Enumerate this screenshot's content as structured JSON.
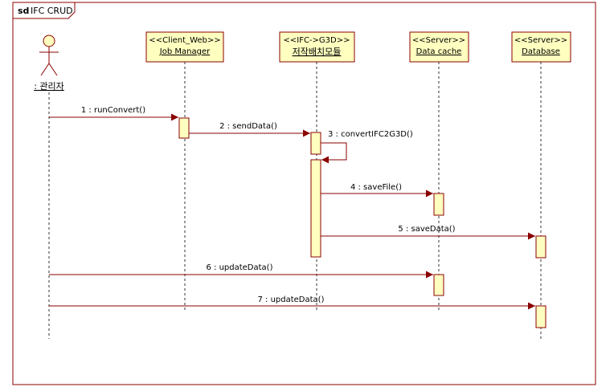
{
  "frame": {
    "keyword": "sd",
    "title": "IFC CRUD"
  },
  "colors": {
    "frame": "#8b0000",
    "box_fill": "#ffffc0",
    "box_border": "#8b0000",
    "lifeline": "#333333",
    "message": "#8b0000",
    "activation_fill": "#ffffc0",
    "background": "#ffffff"
  },
  "actor": {
    "name": ": 관리자",
    "icon": "stick-figure-icon"
  },
  "lifelines": [
    {
      "id": "job-manager",
      "stereotype": "<<Client_Web>>",
      "name": "Job Manager"
    },
    {
      "id": "conversion-module",
      "stereotype": "<<IFC->G3D>>",
      "name": "저작배치모듈"
    },
    {
      "id": "data-cache",
      "stereotype": "<<Server>>",
      "name": "Data cache"
    },
    {
      "id": "database",
      "stereotype": "<<Server>>",
      "name": "Database"
    }
  ],
  "messages": [
    {
      "label": "1 : runConvert()",
      "from": "actor",
      "to": "job-manager"
    },
    {
      "label": "2 : sendData()",
      "from": "job-manager",
      "to": "conversion-module"
    },
    {
      "label": "3 : convertIFC2G3D()",
      "from": "conversion-module",
      "to": "conversion-module"
    },
    {
      "label": "4 : saveFile()",
      "from": "conversion-module",
      "to": "data-cache"
    },
    {
      "label": "5 : saveData()",
      "from": "conversion-module",
      "to": "database"
    },
    {
      "label": "6 : updateData()",
      "from": "actor",
      "to": "data-cache"
    },
    {
      "label": "7 : updateData()",
      "from": "actor",
      "to": "database"
    }
  ]
}
